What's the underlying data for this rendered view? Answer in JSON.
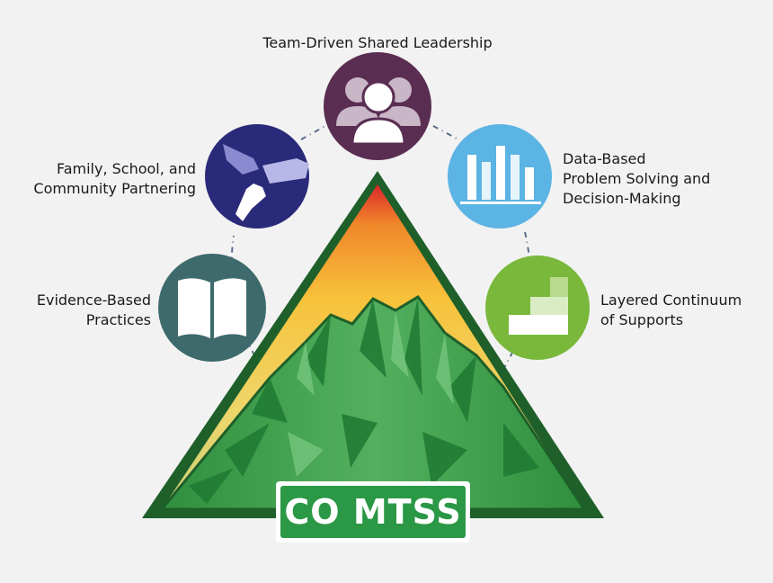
{
  "labels": {
    "top": [
      "Team-Driven Shared Leadership"
    ],
    "family": [
      "Family, School, and",
      "Community Partnering"
    ],
    "evidence": [
      "Evidence-Based",
      "Practices"
    ],
    "data": [
      "Data-Based",
      "Problem Solving and",
      "Decision-Making"
    ],
    "layered": [
      "Layered Continuum",
      "of Supports"
    ]
  },
  "badge": {
    "text": "CO MTSS"
  },
  "colors": {
    "leadership": "#5a2d52",
    "family": "#2a2a7a",
    "evidence": "#3e6a6c",
    "data": "#5bb4e3",
    "layered": "#7ab83c",
    "mountain": "#2e9a4a",
    "badge": "#2b9846"
  },
  "icons": {
    "leadership": "people-icon",
    "family": "hands-icon",
    "evidence": "book-icon",
    "data": "bar-chart-icon",
    "layered": "stairs-icon"
  }
}
